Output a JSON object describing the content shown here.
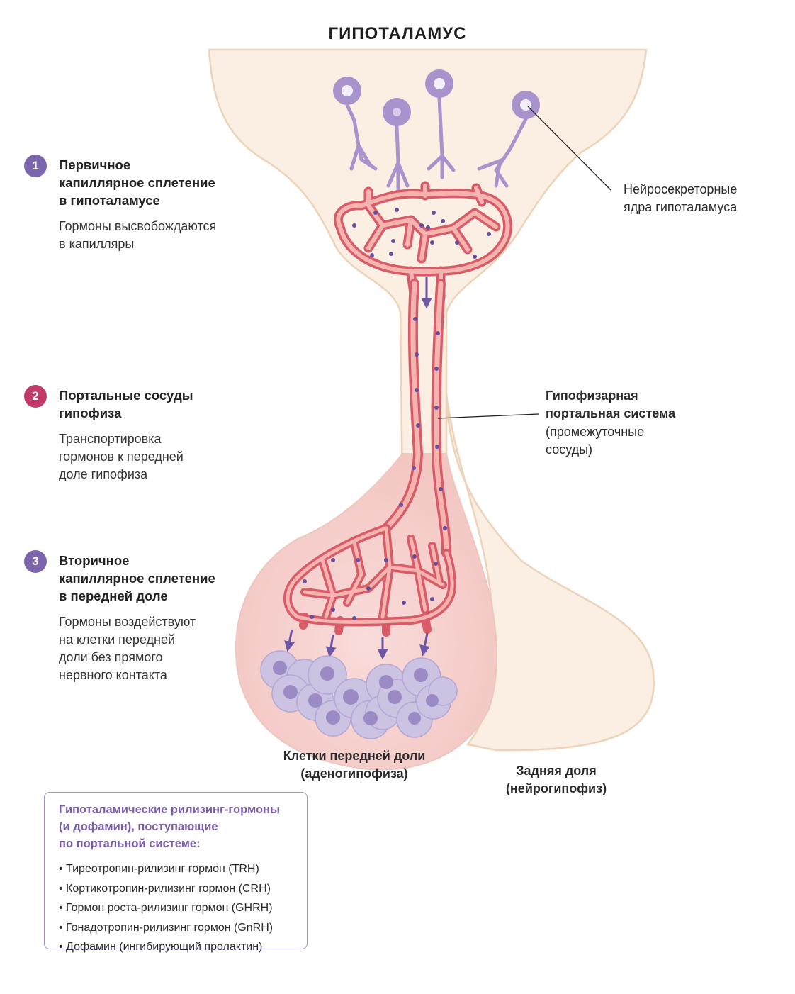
{
  "title": "ГИПОТАЛАМУС",
  "steps": [
    {
      "number": "1",
      "title": "Первичное\nкапиллярное сплетение\nв гипоталамусе",
      "description": "Гормоны высвобождаются\nв капилляры",
      "color": "#7b66ad"
    },
    {
      "number": "2",
      "title": "Портальные сосуды\nгипофиза",
      "description": "Транспортировка\nгормонов к передней\nдоле гипофиза",
      "color": "#c23a6a"
    },
    {
      "number": "3",
      "title": "Вторичное\nкапиллярное сплетение\nв передней доле",
      "description": "Гормоны воздействуют\nна клетки передней\nдоли без прямого\nнервного контакта",
      "color": "#7b66ad"
    }
  ],
  "labels": {
    "neurosecretory": "Нейросекреторные\nядра гипоталамуса",
    "portal_system_title": "Гипофизарная\nпортальная система",
    "portal_system_note": "(промежуточные\nсосуды)",
    "anterior_lobe": "Клетки передней доли\n(аденогипофиза)",
    "posterior_lobe": "Задняя доля\n(нейрогипофиз)"
  },
  "legend": {
    "title": "Гипоталамические рилизинг-гормоны\n(и дофамин), поступающие\nпо портальной системе:",
    "items": [
      "Тиреотропин-рилизинг гормон (TRH)",
      "Кортикотропин-рилизинг гормон (CRH)",
      "Гормон роста-рилизинг гормон (GHRH)",
      "Гонадотропин-рилизинг гормон (GnRH)",
      "Дофамин (ингибирующий пролактин)"
    ]
  },
  "colors": {
    "tissue": "#fbeee3",
    "tissue_outline": "#ecd3b9",
    "anterior_fill": "#f6d2cf",
    "vessel": "#d95b67",
    "vessel_fill": "#f5b4b0",
    "granule": "#6a4e9e",
    "neuron": "#a893cd",
    "cell": "#ccc3e3",
    "arrow": "#6d56a6",
    "legend_border": "#a391c4"
  }
}
